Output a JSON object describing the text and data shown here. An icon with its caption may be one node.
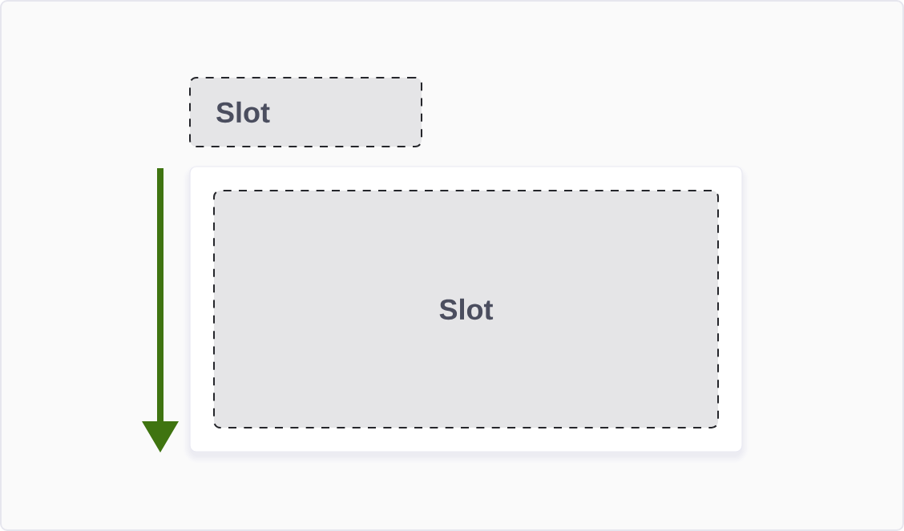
{
  "diagram": {
    "nodes": [
      {
        "text": [
          "Slot"
        ]
      },
      {
        "text": [],
        "shape": "box"
      },
      {
        "text": [
          "Slot"
        ],
        "in": 1
      }
    ]
  }
}
